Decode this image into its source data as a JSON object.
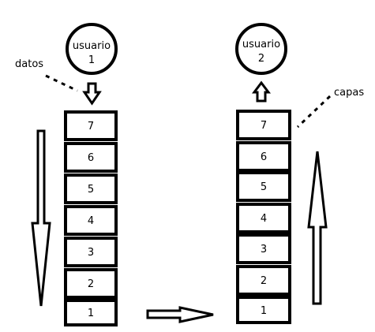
{
  "user_left": {
    "line1": "usuario",
    "line2": "1"
  },
  "user_right": {
    "line1": "usuario",
    "line2": "2"
  },
  "label_datos": "datos",
  "label_capas": "capas",
  "layers_left": [
    "7",
    "6",
    "5",
    "4",
    "3",
    "2",
    "1"
  ],
  "layers_right": [
    "7",
    "6",
    "5",
    "4",
    "3",
    "2",
    "1"
  ]
}
